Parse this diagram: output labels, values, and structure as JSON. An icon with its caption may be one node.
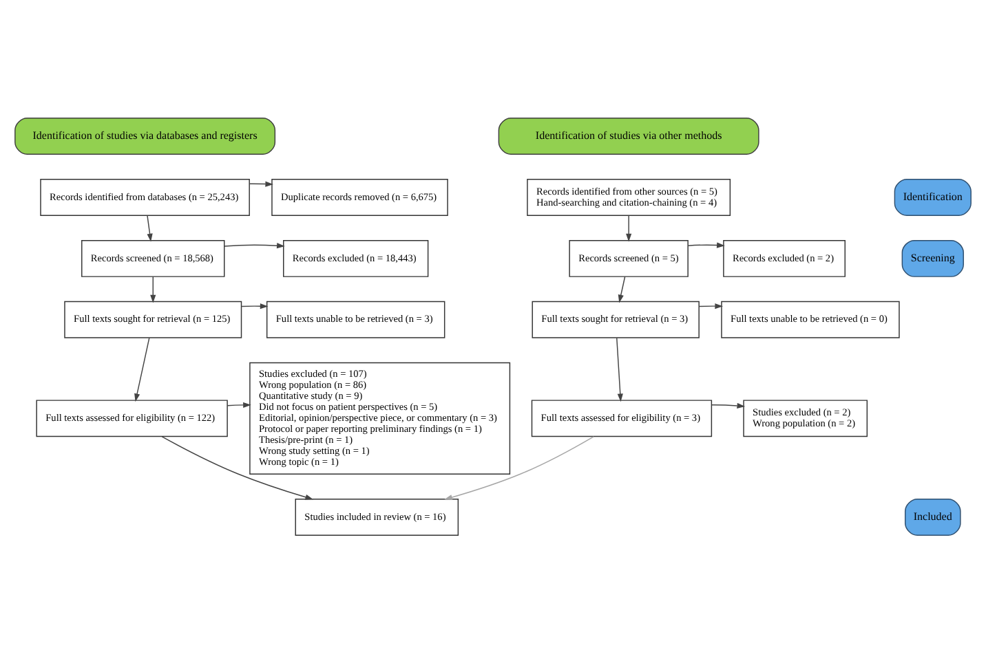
{
  "diagram": {
    "nodes": [
      {
        "text": [
          "Identification of studies via databases and registers"
        ]
      },
      {
        "text": [
          "Identification of studies via other methods"
        ]
      },
      {
        "text": [
          "Identification"
        ]
      },
      {
        "text": [
          "Screening"
        ]
      },
      {
        "text": [
          "Included"
        ]
      },
      {
        "text": [
          "Records identified from databases (n = 25,243)"
        ]
      },
      {
        "text": [
          "Duplicate records removed (n = 6,675)"
        ]
      },
      {
        "text": [
          "Records identified from other sources (n = 5)",
          "Hand-searching and citation-chaining (n = 4)"
        ]
      },
      {
        "text": [
          "Records screened (n = 18,568)"
        ]
      },
      {
        "text": [
          "Records excluded (n = 18,443)"
        ]
      },
      {
        "text": [
          "Records screened (n = 5)"
        ]
      },
      {
        "text": [
          "Records excluded (n = 2)"
        ]
      },
      {
        "text": [
          "Full texts sought for retrieval (n = 125)"
        ]
      },
      {
        "text": [
          "Full texts unable to be retrieved (n = 3)"
        ]
      },
      {
        "text": [
          "Full texts sought for retrieval (n = 3)"
        ]
      },
      {
        "text": [
          "Full texts unable to be retrieved (n = 0)"
        ]
      },
      {
        "text": [
          "Full texts assessed for eligibility (n = 122)"
        ]
      },
      {
        "text": [
          "Studies excluded (n = 107)",
          "Wrong population (n = 86)",
          "Quantitative study (n = 9)",
          "Did not focus on patient perspectives (n = 5)",
          "Editorial, opinion/perspective piece, or commentary (n = 3)",
          "Protocol or paper reporting preliminary findings (n = 1)",
          "Thesis/pre-print (n = 1)",
          "Wrong study setting (n = 1)",
          "Wrong topic (n = 1)"
        ]
      },
      {
        "text": [
          "Full texts assessed for eligibility (n = 3)"
        ]
      },
      {
        "text": [
          "Studies excluded (n = 2)",
          "Wrong population (n = 2)"
        ]
      },
      {
        "text": [
          "Studies included in review (n = 16)"
        ]
      }
    ],
    "edges": [
      {
        "from": 5,
        "to": 6,
        "arrow": "to"
      },
      {
        "from": 5,
        "to": 8,
        "arrow": "to"
      },
      {
        "from": 7,
        "to": 10,
        "arrow": "to"
      },
      {
        "from": 8,
        "to": 9,
        "arrow": "to"
      },
      {
        "from": 8,
        "to": 12,
        "arrow": "to"
      },
      {
        "from": 10,
        "to": 11,
        "arrow": "to"
      },
      {
        "from": 10,
        "to": 14,
        "arrow": "to"
      },
      {
        "from": 12,
        "to": 13,
        "arrow": "to"
      },
      {
        "from": 12,
        "to": 16,
        "arrow": "to"
      },
      {
        "from": 14,
        "to": 15,
        "arrow": "to"
      },
      {
        "from": 14,
        "to": 18,
        "arrow": "to"
      },
      {
        "from": 16,
        "to": 17,
        "arrow": "to"
      },
      {
        "from": 16,
        "to": 20,
        "arrow": "to"
      },
      {
        "from": 18,
        "to": 19,
        "arrow": "to"
      },
      {
        "from": 18,
        "to": 20,
        "arrow": "to",
        "color": "#a6a6a6"
      }
    ]
  }
}
